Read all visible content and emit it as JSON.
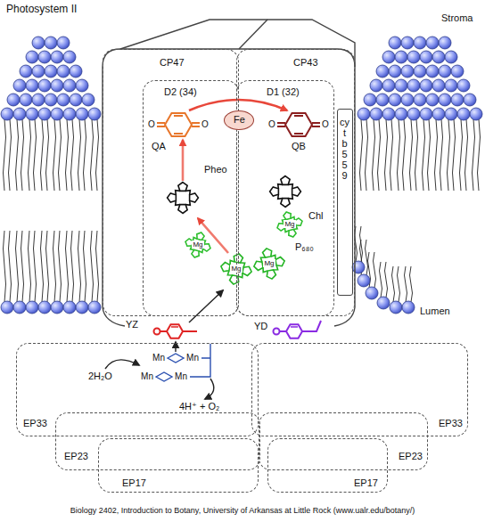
{
  "diagram": {
    "title": "Photosystem II",
    "caption": "Biology 2402, Introduction to Botany, University of Arkansas at Little Rock (www.ualr.edu/botany/)",
    "nodes": [
      {
        "text": [
          "CP47"
        ]
      },
      {
        "text": [
          "CP43"
        ]
      },
      {
        "text": [
          "D2 (34)"
        ]
      },
      {
        "text": [
          "D1 (32)"
        ]
      },
      {
        "text": [
          "Fe"
        ]
      },
      {
        "text": [
          "cyt b559"
        ]
      },
      {
        "text": [
          "EP33"
        ]
      },
      {
        "text": [
          "EP33"
        ]
      },
      {
        "text": [
          "EP23"
        ]
      },
      {
        "text": [
          "EP23"
        ]
      },
      {
        "text": [
          "EP17"
        ]
      },
      {
        "text": [
          "EP17"
        ]
      }
    ],
    "labels": [
      "Stroma",
      "Lumen",
      "QA",
      "QB",
      "O",
      "O",
      "O",
      "O",
      "Pheo",
      "Chl",
      "P₆₈₀",
      "Mg",
      "Mg",
      "Mg",
      "Mg",
      "YZ",
      "YD",
      "Mn",
      "Mn",
      "Mn",
      "Mn",
      "2H₂O",
      "4H⁺ + O₂"
    ]
  }
}
